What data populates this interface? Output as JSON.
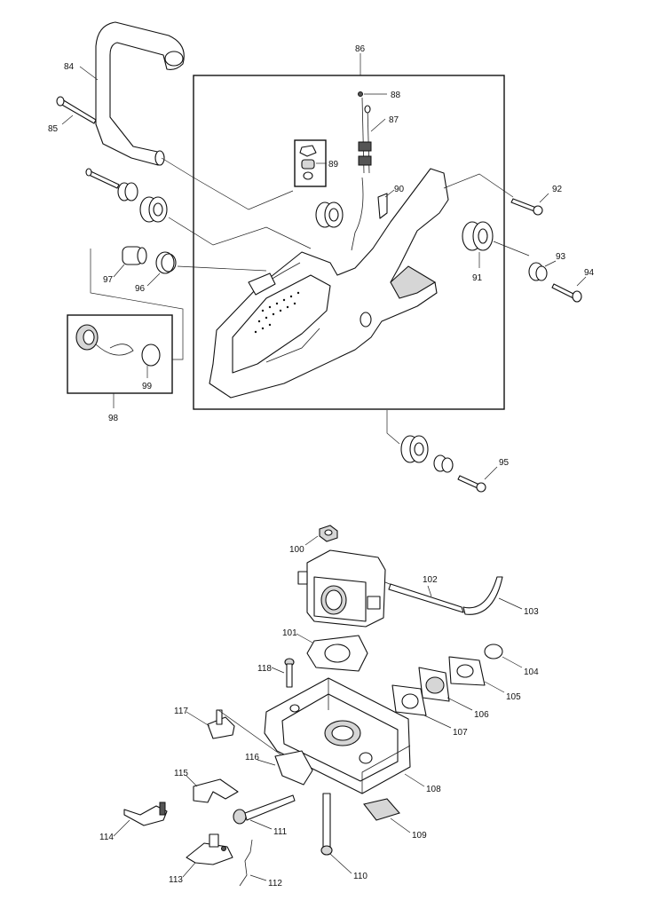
{
  "diagram": {
    "labels": {
      "p84": "84",
      "p85": "85",
      "p86": "86",
      "p87": "87",
      "p88": "88",
      "p89": "89",
      "p90": "90",
      "p91": "91",
      "p92": "92",
      "p93": "93",
      "p94": "94",
      "p95": "95",
      "p96": "96",
      "p97": "97",
      "p98": "98",
      "p99": "99",
      "p100": "100",
      "p101": "101",
      "p102": "102",
      "p103": "103",
      "p104": "104",
      "p105": "105",
      "p106": "106",
      "p107": "107",
      "p108": "108",
      "p109": "109",
      "p110": "110",
      "p111": "111",
      "p112": "112",
      "p113": "113",
      "p114": "114",
      "p115": "115",
      "p116": "116",
      "p117": "117",
      "p118": "118"
    }
  }
}
